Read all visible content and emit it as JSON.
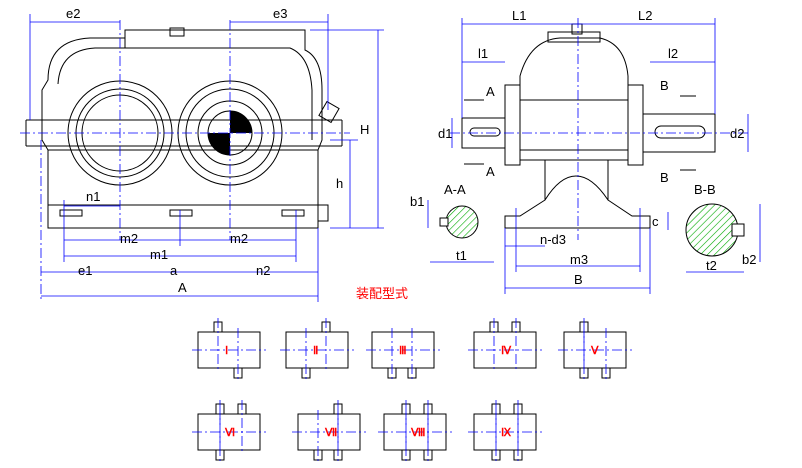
{
  "front_view": {
    "labels": {
      "e2": "e2",
      "e3": "e3",
      "H": "H",
      "h": "h",
      "n1": "n1",
      "m2_left": "m2",
      "m2_right": "m2",
      "m1": "m1",
      "e1": "e1",
      "a": "a",
      "n2": "n2",
      "A": "A"
    }
  },
  "side_view": {
    "labels": {
      "L1": "L1",
      "L2": "L2",
      "l1": "l1",
      "l2": "l2",
      "A_top": "A",
      "A_bottom": "A",
      "B_top": "B",
      "B_bottom": "B",
      "d1": "d1",
      "d2": "d2",
      "b1": "b1",
      "t1": "t1",
      "section_aa": "A-A",
      "section_bb": "B-B",
      "c": "c",
      "n_d3": "n-d3",
      "m3": "m3",
      "B_width": "B",
      "t2": "t2",
      "b2": "b2"
    }
  },
  "assembly": {
    "title": "装配型式",
    "forms": [
      "Ⅰ",
      "Ⅱ",
      "Ⅲ",
      "Ⅳ",
      "Ⅴ",
      "Ⅵ",
      "Ⅶ",
      "Ⅷ",
      "Ⅸ"
    ]
  },
  "colors": {
    "outline": "#000000",
    "dimension": "#0000ff",
    "highlight": "#ff0000",
    "hatch": "#00aa00"
  }
}
